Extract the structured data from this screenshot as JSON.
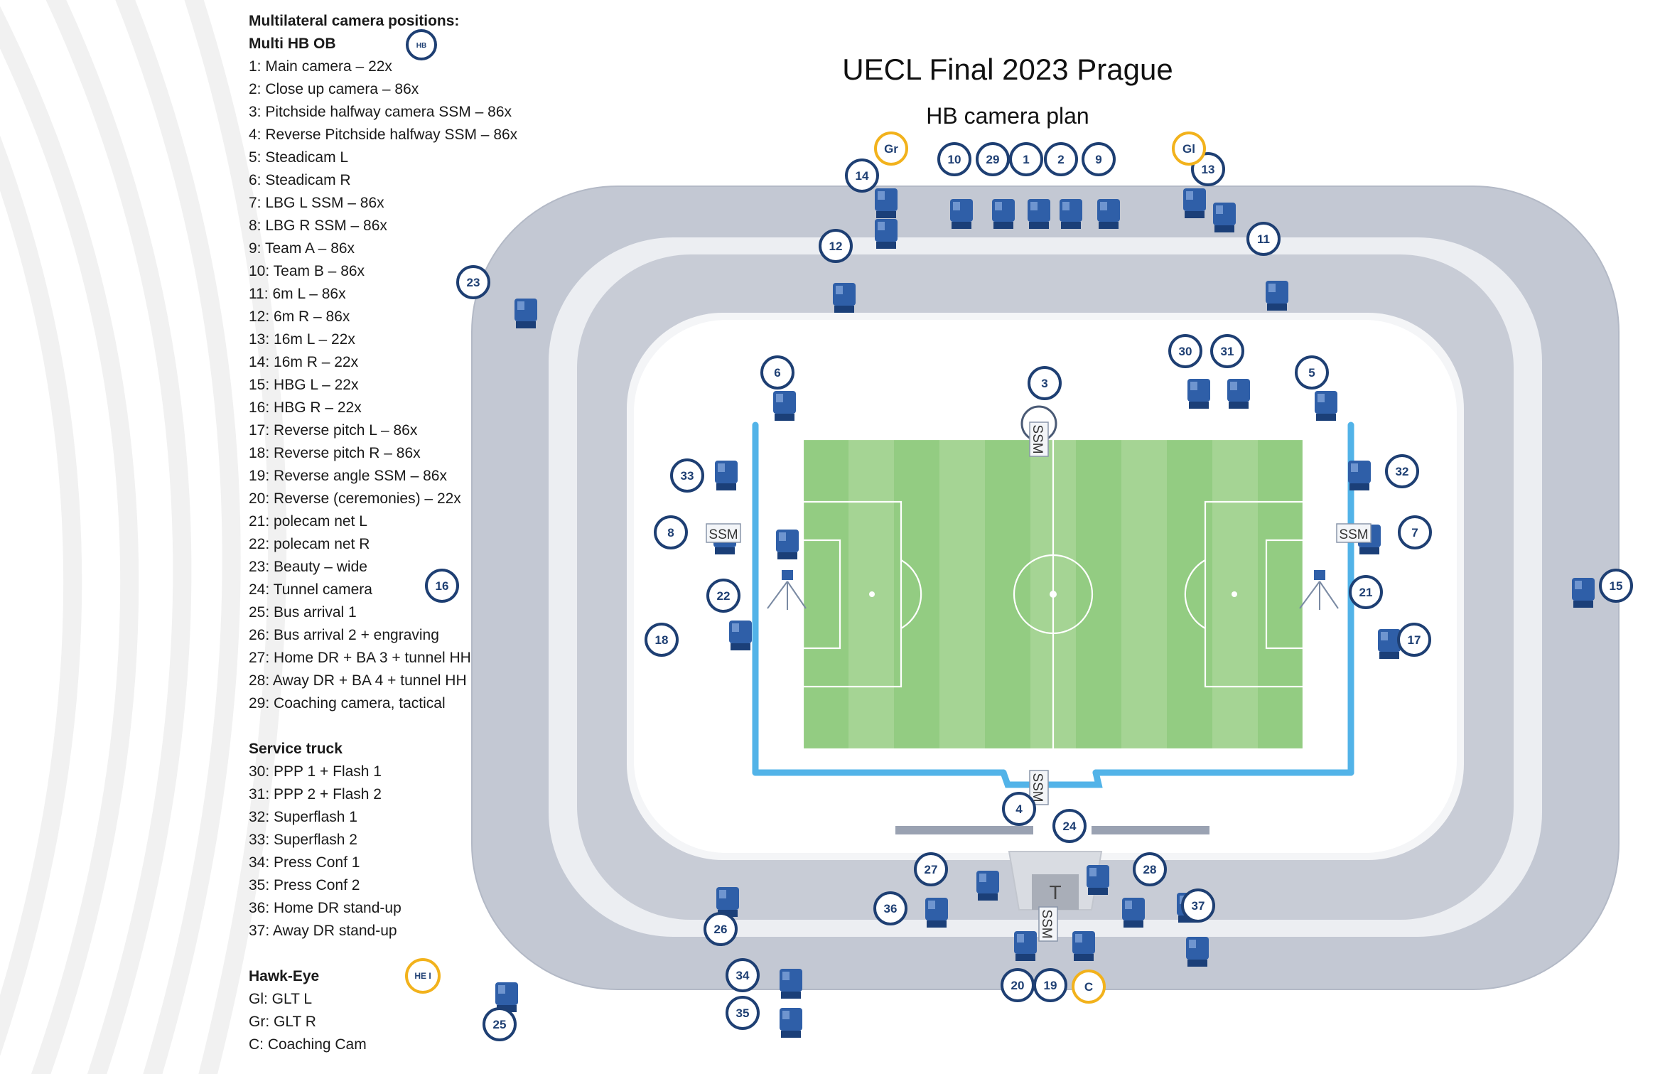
{
  "legend": {
    "heading": "Multilateral camera positions:",
    "multi_label": "Multi HB OB",
    "multi_badge": "HB",
    "cameras": [
      "1: Main camera – 22x",
      "2: Close up camera – 86x",
      "3: Pitchside halfway camera SSM – 86x",
      "4: Reverse Pitchside halfway SSM – 86x",
      "5: Steadicam L",
      "6: Steadicam R",
      "7: LBG L SSM – 86x",
      "8: LBG R SSM – 86x",
      "9: Team A – 86x",
      "10: Team B – 86x",
      "11: 6m L – 86x",
      "12: 6m R – 86x",
      "13: 16m L – 22x",
      "14: 16m R – 22x",
      "15: HBG L – 22x",
      "16: HBG R – 22x",
      "17: Reverse pitch L – 86x",
      "18: Reverse pitch R – 86x",
      "19: Reverse angle SSM – 86x",
      "20: Reverse (ceremonies) – 22x",
      "21: polecam net L",
      "22: polecam net R",
      "23: Beauty – wide",
      "24: Tunnel camera",
      "25: Bus arrival 1",
      "26: Bus arrival 2 + engraving",
      "27: Home DR + BA 3 + tunnel HH",
      "28: Away DR + BA 4 + tunnel HH",
      "29: Coaching camera, tactical"
    ],
    "service_heading": "Service truck",
    "service": [
      "30: PPP 1 + Flash 1",
      "31: PPP 2 + Flash 2",
      "32: Superflash 1",
      "33: Superflash 2",
      "34: Press Conf 1",
      "35: Press Conf 2",
      "36: Home DR stand-up",
      "37: Away DR stand-up"
    ],
    "hawkeye_heading": "Hawk-Eye",
    "hawkeye_badge": "HE I",
    "hawkeye": [
      "Gl: GLT L",
      "Gr: GLT R",
      "C: Coaching Cam"
    ]
  },
  "plan": {
    "title": "UECL Final 2023 Prague",
    "subtitle": "HB camera plan",
    "ssm_label": "SSM",
    "tunnel_label": "T",
    "markers": [
      "1",
      "2",
      "3",
      "4",
      "5",
      "6",
      "7",
      "8",
      "9",
      "10",
      "11",
      "12",
      "13",
      "14",
      "15",
      "16",
      "17",
      "18",
      "19",
      "20",
      "21",
      "22",
      "23",
      "24",
      "25",
      "26",
      "27",
      "28",
      "29",
      "30",
      "31",
      "32",
      "33",
      "34",
      "35",
      "36",
      "37"
    ],
    "hawkeye_markers": [
      "Gr",
      "Gl",
      "C"
    ]
  },
  "colors": {
    "marker_ring": "#1e3f73",
    "hawkeye_ring": "#f2b21c",
    "pitch_dark": "#93cc82",
    "pitch_light": "#b5dba4",
    "stand": "#c8ccd6",
    "barrier": "#52b3e8",
    "camera": "#2f5fa8"
  }
}
